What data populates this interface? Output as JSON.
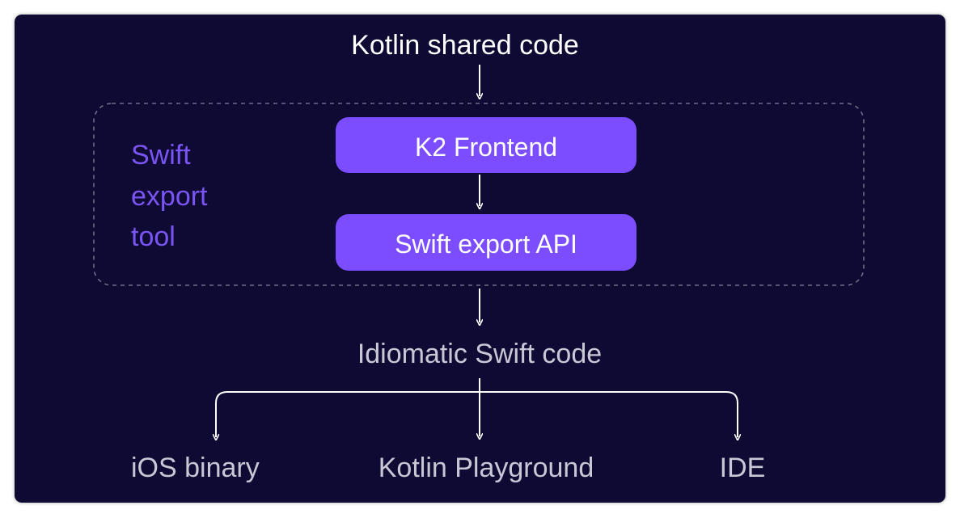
{
  "colors": {
    "background": "#0f0a33",
    "box_fill": "#7b4dff",
    "accent_text": "#7a55f5",
    "arrow": "#ffffff",
    "title_text": "#ffffff",
    "muted_text": "#c9c7d6",
    "dashed_border": "#6f6c87"
  },
  "diagram": {
    "input": "Kotlin shared code",
    "tool_label": {
      "line1": "Swift",
      "line2": "export",
      "line3": "tool"
    },
    "stages": [
      {
        "label": "K2 Frontend"
      },
      {
        "label": "Swift export API"
      }
    ],
    "output": "Idiomatic Swift code",
    "targets": [
      {
        "label": "iOS binary"
      },
      {
        "label": "Kotlin Playground"
      },
      {
        "label": "IDE"
      }
    ]
  }
}
